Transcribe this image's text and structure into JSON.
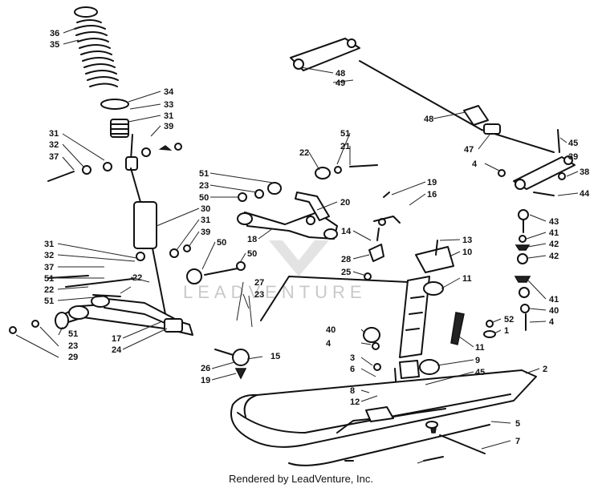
{
  "watermark": "LEADVENTURE",
  "footer": "Rendered by LeadVenture, Inc.",
  "callouts": [
    "36",
    "35",
    "34",
    "33",
    "31",
    "39",
    "31",
    "32",
    "37",
    "30",
    "31",
    "39",
    "31",
    "32",
    "37",
    "51",
    "22",
    "51",
    "22",
    "50",
    "51",
    "23",
    "29",
    "17",
    "24",
    "26",
    "15",
    "19",
    "27",
    "23",
    "50",
    "51",
    "23",
    "50",
    "22",
    "51",
    "21",
    "20",
    "18",
    "19",
    "16",
    "14",
    "28",
    "25",
    "13",
    "10",
    "11",
    "40",
    "4",
    "3",
    "6",
    "8",
    "12",
    "11",
    "9",
    "45",
    "48",
    "49",
    "48",
    "47",
    "45",
    "39",
    "4",
    "38",
    "44",
    "43",
    "41",
    "42",
    "42",
    "41",
    "40",
    "4",
    "52",
    "1",
    "2",
    "5",
    "7"
  ]
}
